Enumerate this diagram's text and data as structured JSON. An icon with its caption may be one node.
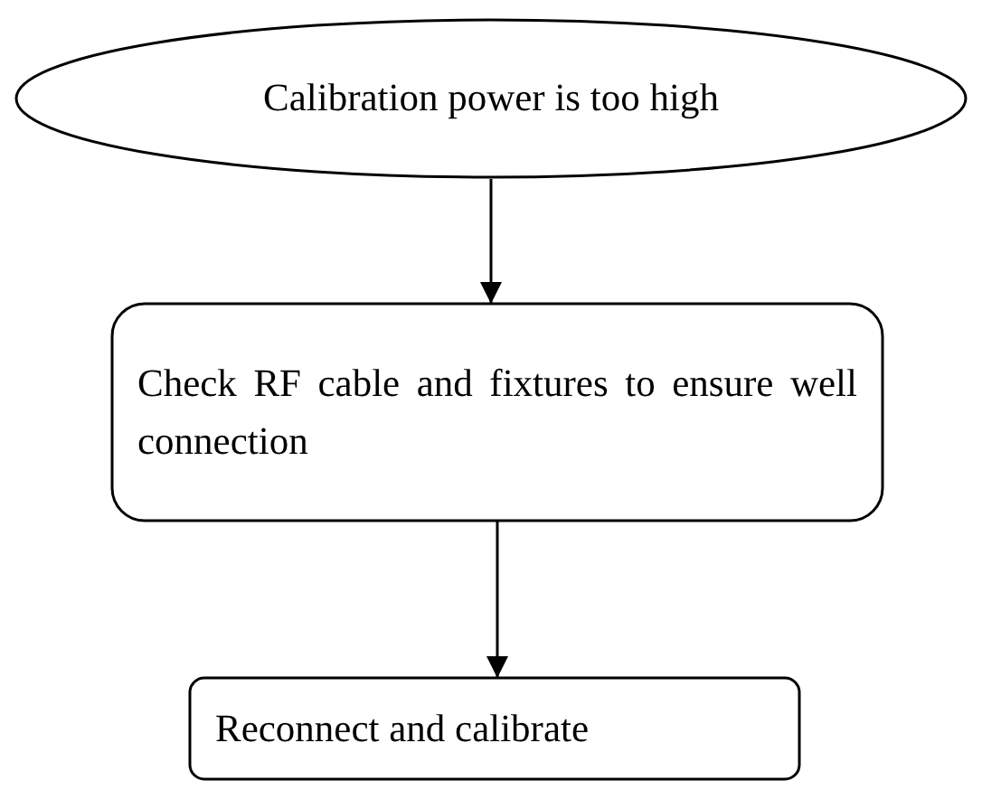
{
  "diagram": {
    "nodes": [
      {
        "text": [
          "Calibration power is too high"
        ]
      },
      {
        "text": [
          "Check RF cable and fixtures to ensure well connection"
        ]
      },
      {
        "text": [
          "Reconnect and calibrate"
        ]
      }
    ],
    "edges": [
      {
        "from": 0,
        "to": 1,
        "arrow": "to"
      },
      {
        "from": 1,
        "to": 2,
        "arrow": "to"
      }
    ]
  }
}
